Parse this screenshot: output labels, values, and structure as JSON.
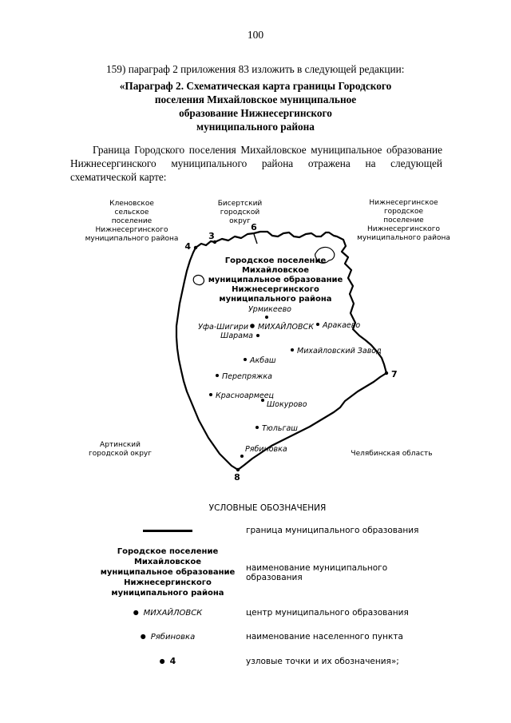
{
  "page": {
    "number": "100",
    "intro": "159) параграф 2 приложения 83 изложить в следующей редакции:",
    "heading_lines": [
      "«Параграф 2. Схематическая карта границы Городского",
      "поселения Михайловское муниципальное",
      "образование Нижнесергинского",
      "муниципального района"
    ],
    "body": "Граница Городского поселения Михайловское муниципальное образование Нижнесергинского муниципального района отражена на следующей схематической карте:"
  },
  "map": {
    "region_labels": {
      "klenovskoe": [
        "Кленовское",
        "сельское",
        "поселение",
        "Нижнесергинского",
        "муниципального района"
      ],
      "bisertsky": [
        "Бисертский",
        "городской",
        "округ"
      ],
      "nizhneserginskoe": [
        "Нижнесергинское",
        "городское",
        "поселение",
        "Нижнесергинского",
        "муниципального района"
      ],
      "artinsky": [
        "Артинский",
        "городской округ"
      ],
      "chelyabinsk": "Челябинская область"
    },
    "title_lines": [
      "Городское поселение",
      "Михайловское",
      "муниципальное образование",
      "Нижнесергинского",
      "муниципального района"
    ],
    "nodes": [
      {
        "label": "4"
      },
      {
        "label": "3"
      },
      {
        "label": "6"
      },
      {
        "label": "7"
      },
      {
        "label": "8"
      }
    ],
    "settlements": [
      {
        "name": "Урмикеево"
      },
      {
        "name": "Уфа-Шигири"
      },
      {
        "name": "МИХАЙЛОВСК"
      },
      {
        "name": "Аракаево"
      },
      {
        "name": "Шарама"
      },
      {
        "name": "Михайловский Завод"
      },
      {
        "name": "Акбаш"
      },
      {
        "name": "Перепряжка"
      },
      {
        "name": "Красноармеец"
      },
      {
        "name": "Шокурово"
      },
      {
        "name": "Тюльгаш"
      },
      {
        "name": "Рябиновка"
      }
    ]
  },
  "legend": {
    "title": "УСЛОВНЫЕ ОБОЗНАЧЕНИЯ",
    "items": [
      {
        "desc": "граница муниципального образования"
      },
      {
        "symbol_lines": [
          "Городское поселение",
          "Михайловское",
          "муниципальное образование",
          "Нижнесергинского",
          "муниципального района"
        ],
        "desc": "наименование муниципального образования"
      },
      {
        "symbol": "МИХАЙЛОВСК",
        "desc": "центр муниципального образования"
      },
      {
        "symbol": "Рябиновка",
        "desc": "наименование населенного пункта"
      },
      {
        "symbol": "4",
        "desc": "узловые точки и их обозначения»;"
      }
    ]
  }
}
